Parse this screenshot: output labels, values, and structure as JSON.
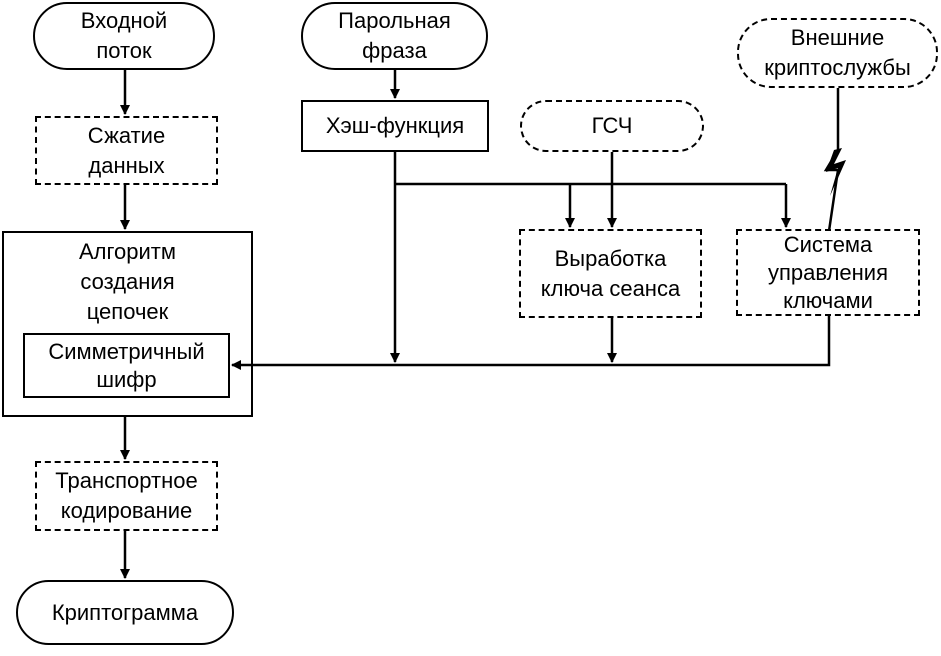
{
  "nodes": {
    "input_stream": "Входной\nпоток",
    "passphrase": "Парольная\nфраза",
    "external_crypto": "Внешние\nкриптослужбы",
    "compression": "Сжатие\nданных",
    "hash_function": "Хэш-функция",
    "rng": "ГСЧ",
    "chain_algorithm": "Алгоритм\nсоздания\nцепочек",
    "symmetric_cipher": "Симметричный\nшифр",
    "session_key": "Выработка\nключа сеанса",
    "key_management": "Система\nуправления\nключами",
    "transport_coding": "Транспортное\nкодирование",
    "cryptogram": "Криптограмма"
  },
  "colors": {
    "stroke": "#000000",
    "background": "#ffffff"
  }
}
